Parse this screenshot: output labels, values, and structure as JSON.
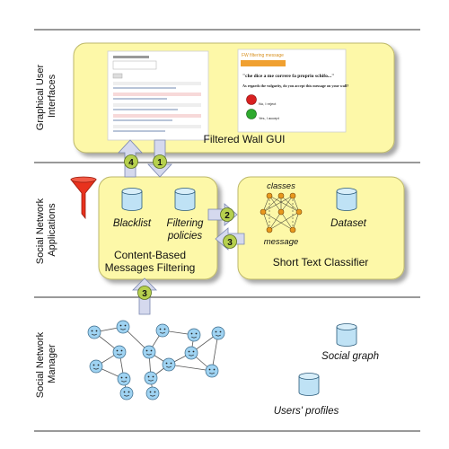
{
  "layers": {
    "gui": "Graphical User\nInterfaces",
    "sna": "Social Network\nApplications",
    "snm": "Social Network\nManager"
  },
  "gui_box": {
    "title": "Filtered Wall GUI",
    "popup_header": "FW filtering message",
    "popup_quote": "\"che dice a me correre fa proprio schifo...\"",
    "popup_question": "As regards the vulgarity, do you accept this message on your wall?",
    "option_no": "No, I reject",
    "option_yes": "Yes, I accept"
  },
  "cbmf_box": {
    "title_line1": "Content-Based",
    "title_line2": "Messages Filtering",
    "db_blacklist": "Blacklist",
    "db_policies_line1": "Filtering",
    "db_policies_line2": "policies"
  },
  "stc_box": {
    "title": "Short Text Classifier",
    "classes_label": "classes",
    "message_label": "message",
    "db_dataset": "Dataset"
  },
  "manager": {
    "db_social_graph": "Social graph",
    "db_users_profiles": "Users' profiles"
  },
  "steps": {
    "s1": "1",
    "s2": "2",
    "s3a": "3",
    "s3b": "3",
    "s4": "4"
  },
  "colors": {
    "box_fill": "#fdf8a8",
    "db_fill": "#bfe2f5",
    "step_fill": "#b6d04e",
    "arrow_fill": "#d5d9ee",
    "funnel": "#e8321e",
    "face_fill": "#9fd3f2"
  }
}
